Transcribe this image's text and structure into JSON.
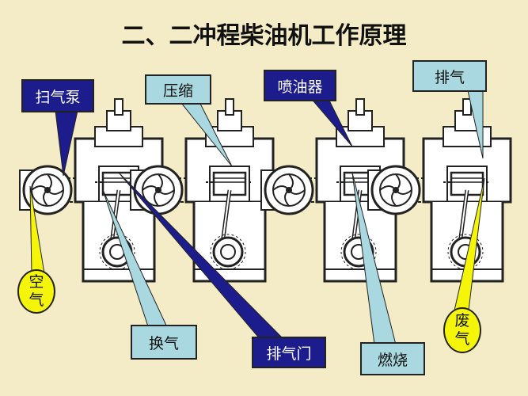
{
  "title": "二、二冲程柴油机工作原理",
  "labels": {
    "scavenge_pump": "扫气泵",
    "compression": "压缩",
    "injector": "喷油器",
    "exhaust_top": "排气",
    "air": "空\n气",
    "air_line1": "空",
    "air_line2": "气",
    "exchange": "换气",
    "exhaust_valve": "排气门",
    "combustion": "燃烧",
    "waste_gas_line1": "废",
    "waste_gas_line2": "气"
  },
  "colors": {
    "background": "#f4ecc6",
    "navy": "#1c1c8c",
    "light_blue": "#a9d8e0",
    "yellow": "#f5f50a"
  }
}
